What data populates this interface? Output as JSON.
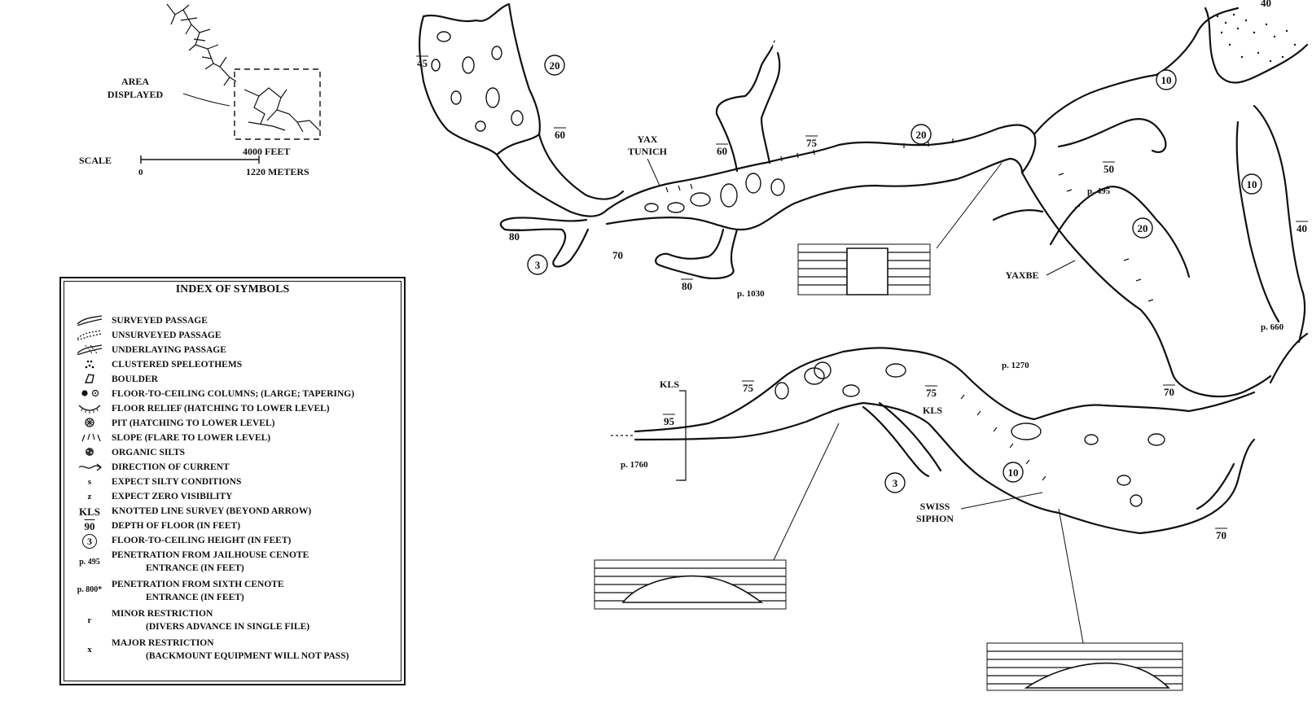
{
  "locator": {
    "area_label_line1": "AREA",
    "area_label_line2": "DISPLAYED",
    "scale_label": "SCALE",
    "scale_zero": "0",
    "scale_feet": "4000 FEET",
    "scale_meters": "1220 METERS"
  },
  "legend": {
    "title": "INDEX OF SYMBOLS",
    "items": [
      {
        "symbol": "surveyed-passage-icon",
        "text": "SURVEYED PASSAGE"
      },
      {
        "symbol": "unsurveyed-passage-icon",
        "text": "UNSURVEYED PASSAGE"
      },
      {
        "symbol": "underlaying-passage-icon",
        "text": "UNDERLAYING PASSAGE"
      },
      {
        "symbol": "speleothems-icon",
        "text": "CLUSTERED SPELEOTHEMS"
      },
      {
        "symbol": "boulder-icon",
        "text": "BOULDER"
      },
      {
        "symbol": "columns-icon",
        "text": "FLOOR-TO-CEILING COLUMNS; (LARGE; TAPERING)"
      },
      {
        "symbol": "floor-relief-icon",
        "text": "FLOOR RELIEF (HATCHING TO LOWER LEVEL)"
      },
      {
        "symbol": "pit-icon",
        "text": "PIT (HATCHING TO LOWER LEVEL)"
      },
      {
        "symbol": "slope-icon",
        "text": "SLOPE (FLARE TO LOWER LEVEL)"
      },
      {
        "symbol": "organic-silts-icon",
        "text": "ORGANIC SILTS"
      },
      {
        "symbol": "current-icon",
        "text": "DIRECTION OF CURRENT"
      },
      {
        "symbol": "s",
        "text": "EXPECT SILTY CONDITIONS"
      },
      {
        "symbol": "z",
        "text": "EXPECT ZERO VISIBILITY"
      },
      {
        "symbol": "KLS",
        "text": "KNOTTED LINE SURVEY (BEYOND ARROW)"
      },
      {
        "symbol": "90",
        "text": "DEPTH OF FLOOR (IN FEET)"
      },
      {
        "symbol": "3",
        "text": "FLOOR-TO-CEILING HEIGHT (IN FEET)"
      },
      {
        "symbol": "p. 495",
        "text": "PENETRATION FROM JAILHOUSE CENOTE",
        "text2": "ENTRANCE (IN FEET)"
      },
      {
        "symbol": "p. 800*",
        "text": "PENETRATION FROM SIXTH CENOTE",
        "text2": "ENTRANCE (IN FEET)"
      },
      {
        "symbol": "r",
        "text": "MINOR RESTRICTION",
        "text2": "(DIVERS ADVANCE IN SINGLE FILE)"
      },
      {
        "symbol": "x",
        "text": "MAJOR RESTRICTION",
        "text2": "(BACKMOUNT EQUIPMENT WILL NOT PASS)"
      }
    ]
  },
  "map_labels": {
    "yax_tunich_1": "YAX",
    "yax_tunich_2": "TUNICH",
    "yaxbe": "YAXBE",
    "swiss_1": "SWISS",
    "swiss_2": "SIPHON",
    "kls": "KLS",
    "p1030": "p. 1030",
    "p495": "p. 495",
    "p660": "p. 660",
    "p1270": "p. 1270",
    "p1760": "p. 1760",
    "depths": [
      "45",
      "60",
      "60",
      "75",
      "80",
      "80",
      "70",
      "50",
      "40",
      "40",
      "75",
      "75",
      "95",
      "70",
      "70"
    ],
    "heights": [
      "20",
      "20",
      "3",
      "10",
      "20",
      "10",
      "3",
      "10"
    ]
  }
}
